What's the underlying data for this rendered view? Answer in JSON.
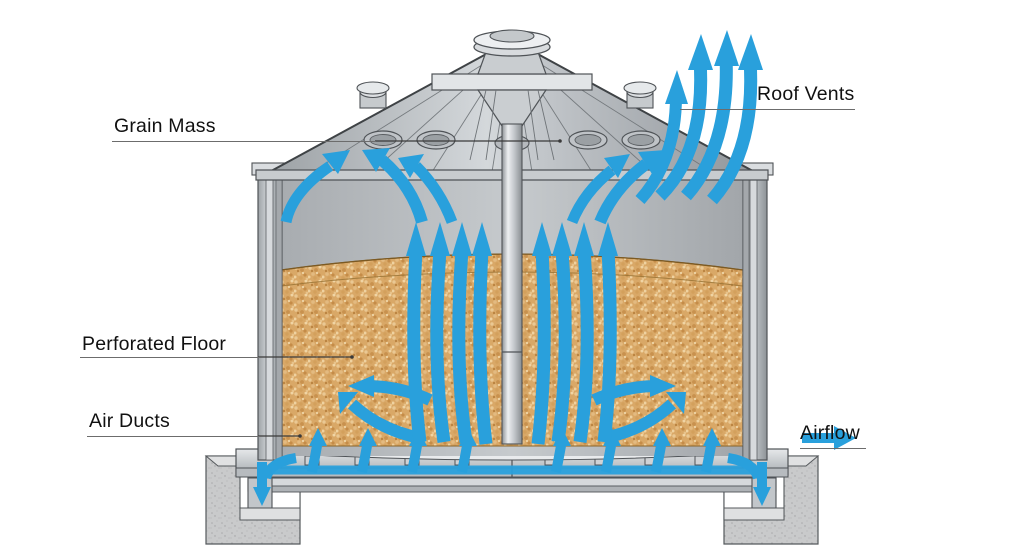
{
  "diagram": {
    "title": "Grain silo aeration cross-section",
    "type": "technical-cutaway-illustration",
    "colors": {
      "airflow_blue": "#29A0DC",
      "airflow_blue_dark": "#1B86C4",
      "grain_tan": "#D9A867",
      "grain_tan_light": "#E8C794",
      "steel_light": "#E6E8EA",
      "steel_mid": "#B9BEC2",
      "steel_dark": "#8E9397",
      "concrete": "#C9CACB",
      "outline": "#3A3A3A",
      "label_text": "#111111",
      "leader_line": "#6C6C6C"
    }
  },
  "labels": {
    "grain_mass": "Grain Mass",
    "roof_vents": "Roof Vents",
    "perforated_floor": "Perforated Floor",
    "air_ducts": "Air Ducts",
    "airflow_legend": "Airflow"
  },
  "legend": {
    "airflow": {
      "label": "Airflow",
      "icon": "right-arrow-icon",
      "color": "#29A0DC"
    }
  },
  "components": [
    {
      "name": "roof-cap",
      "label": "Roof Vents"
    },
    {
      "name": "roof-vent-stack-left",
      "label": "Roof Vents"
    },
    {
      "name": "roof-vent-stack-right",
      "label": "Roof Vents"
    },
    {
      "name": "roof-inlet-openings",
      "label": "Roof Vents"
    },
    {
      "name": "grain-mass",
      "label": "Grain Mass"
    },
    {
      "name": "perforated-floor",
      "label": "Perforated Floor"
    },
    {
      "name": "air-ducts",
      "label": "Air Ducts"
    },
    {
      "name": "concrete-foundation-left",
      "label": ""
    },
    {
      "name": "concrete-foundation-right",
      "label": ""
    },
    {
      "name": "central-column",
      "label": ""
    }
  ],
  "airflow": {
    "direction": "upward through grain, exiting roof vents",
    "intake": "air ducts below perforated floor",
    "exhaust": "roof vents"
  }
}
